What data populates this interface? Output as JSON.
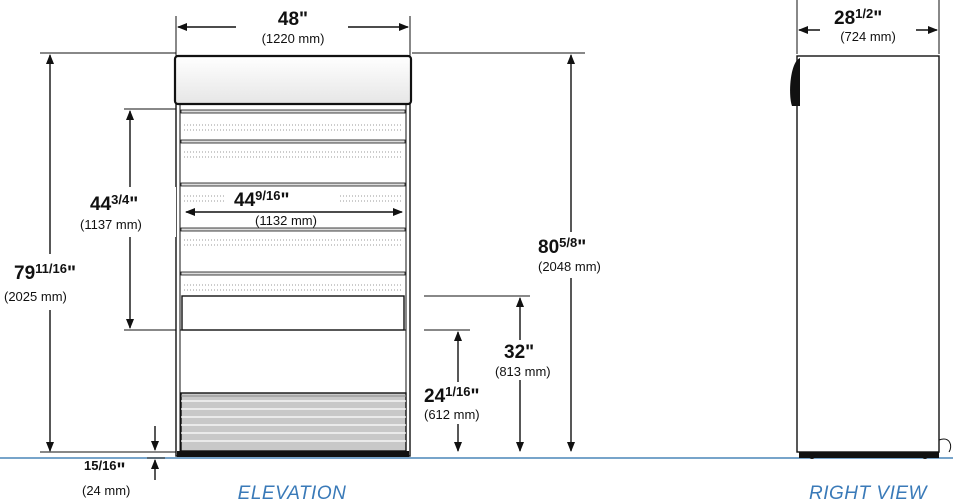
{
  "views": {
    "elevation_label": "ELEVATION",
    "right_view_label": "RIGHT VIEW"
  },
  "dimensions": {
    "width": {
      "whole": "48\"",
      "frac": "",
      "unit": "",
      "metric": "(1220 mm)"
    },
    "shelf_height": {
      "whole": "44",
      "frac": "3/4",
      "unit": "\"",
      "metric": "(1137 mm)"
    },
    "shelf_width": {
      "whole": "44",
      "frac": "9/16",
      "unit": "\"",
      "metric": "(1132 mm)"
    },
    "overall_height": {
      "whole": "79",
      "frac": "11/16",
      "unit": "\"",
      "metric": "(2025 mm)"
    },
    "total_height": {
      "whole": "80",
      "frac": "5/8",
      "unit": "\"",
      "metric": "(2048 mm)"
    },
    "deck_32": {
      "whole": "32\"",
      "frac": "",
      "unit": "",
      "metric": "(813 mm)"
    },
    "deck_24": {
      "whole": "24",
      "frac": "1/16",
      "unit": "\"",
      "metric": "(612 mm)"
    },
    "base_clearance": {
      "whole": "",
      "frac": "15/16",
      "unit": "\"",
      "metric": "(24 mm)"
    },
    "depth": {
      "whole": "28",
      "frac": "1/2",
      "unit": "\"",
      "metric": "(724 mm)"
    }
  },
  "colors": {
    "line": "#111111",
    "view_label": "#3a7ab8",
    "floor": "#4a86b8"
  }
}
